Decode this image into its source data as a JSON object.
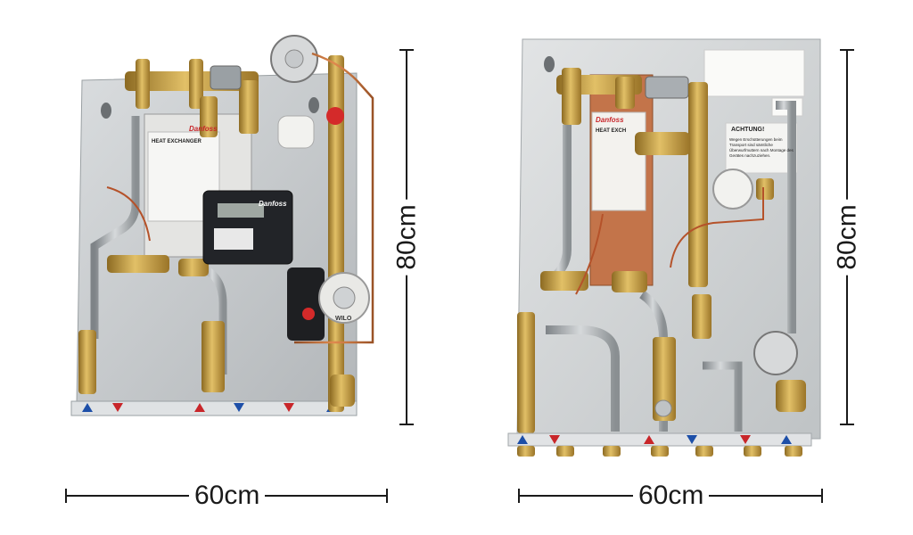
{
  "left_unit": {
    "width_label": "60cm",
    "height_label": "80cm",
    "nameplate": "HEAT EXCHANGER",
    "brand": "Danfoss",
    "pump_brand": "WILO"
  },
  "right_unit": {
    "width_label": "60cm",
    "height_label": "80cm",
    "nameplate": "HEAT EXCH",
    "brand": "Danfoss",
    "warning_title": "ACHTUNG!",
    "warning_text": "Wegen Erschütterungen beim Transport sind sämtliche Überwurfmuttern nach Montage des Gerätes nachzuziehen."
  },
  "colors": {
    "plate": "#c9ccce",
    "brass": "#c9a24a",
    "copper": "#c8753f",
    "steel": "#a9adb0",
    "dim_line": "#1a1a1a"
  }
}
